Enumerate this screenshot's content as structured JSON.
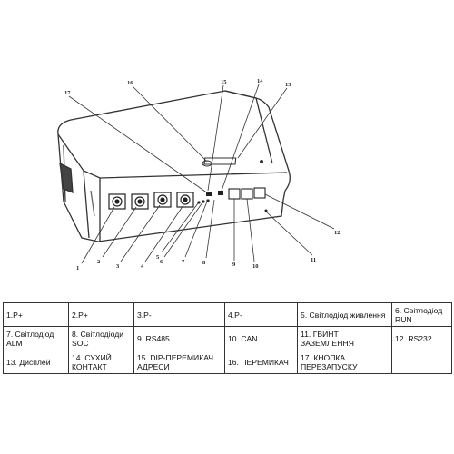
{
  "callouts": [
    "1",
    "2",
    "3",
    "4",
    "5",
    "6",
    "7",
    "8",
    "9",
    "10",
    "11",
    "12",
    "13",
    "14",
    "15",
    "16",
    "17"
  ],
  "legend": {
    "rows": [
      [
        "1.P+",
        "2.P+",
        "3.P-",
        "4.P-",
        "5. Світлодіод живлення",
        "6. Світлодіод RUN"
      ],
      [
        "7. Світлодіод ALM",
        "8. Світлодіоди SOC",
        "9. RS485",
        "10. CAN",
        "11. ГВИНТ ЗАЗЕМЛЕННЯ",
        "12. RS232"
      ],
      [
        "13. Дисплей",
        "14. СУХИЙ КОНТАКТ",
        "15. DIP-ПЕРЕМИКАЧ АДРЕСИ",
        "16. ПЕРЕМИКАЧ",
        "17. КНОПКА ПЕРЕЗАПУСКУ",
        ""
      ]
    ]
  }
}
